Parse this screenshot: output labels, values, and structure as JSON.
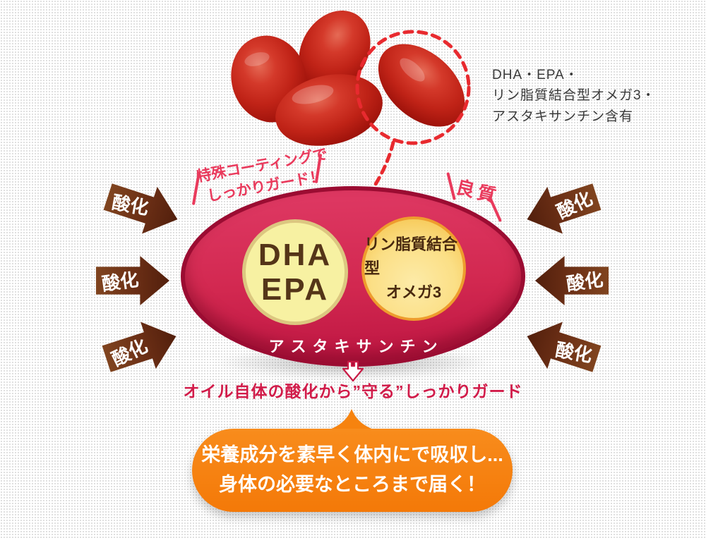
{
  "colors": {
    "accent_red": "#e82a2f",
    "crimson_text": "#d11b49",
    "pink_note": "#e93a5c",
    "ellipse_fill": "#d22850",
    "ellipse_border": "#9b0c32",
    "arrow_brown": "#6a2e15",
    "circle1_fill": "#f7f1a2",
    "circle1_border": "#dcc780",
    "circle2_border": "#ee9c2d",
    "bubble_orange": "#f5810e",
    "dha_text_brown": "#543518"
  },
  "ingredients_note": {
    "line1": "DHA・EPA・",
    "line2": "リン脂質結合型オメガ3・",
    "line3": "アスタキサンチン含有"
  },
  "coating_note": {
    "line1": "特殊コーティングで",
    "line2": "しっかりガード！"
  },
  "quality_note": "良質",
  "oxidation": {
    "label": "酸化"
  },
  "core": {
    "circle1": {
      "line1": "DHA",
      "line2": "EPA"
    },
    "circle2": {
      "line1": "リン脂質結合型",
      "line2": "オメガ3"
    },
    "band": "アスタキサンチン"
  },
  "guard_caption": "オイル自体の酸化から”守る”しっかりガード",
  "bubble": {
    "line1": "栄養成分を素早く体内にで吸収し...",
    "line2": "身体の必要なところまで届く！"
  }
}
